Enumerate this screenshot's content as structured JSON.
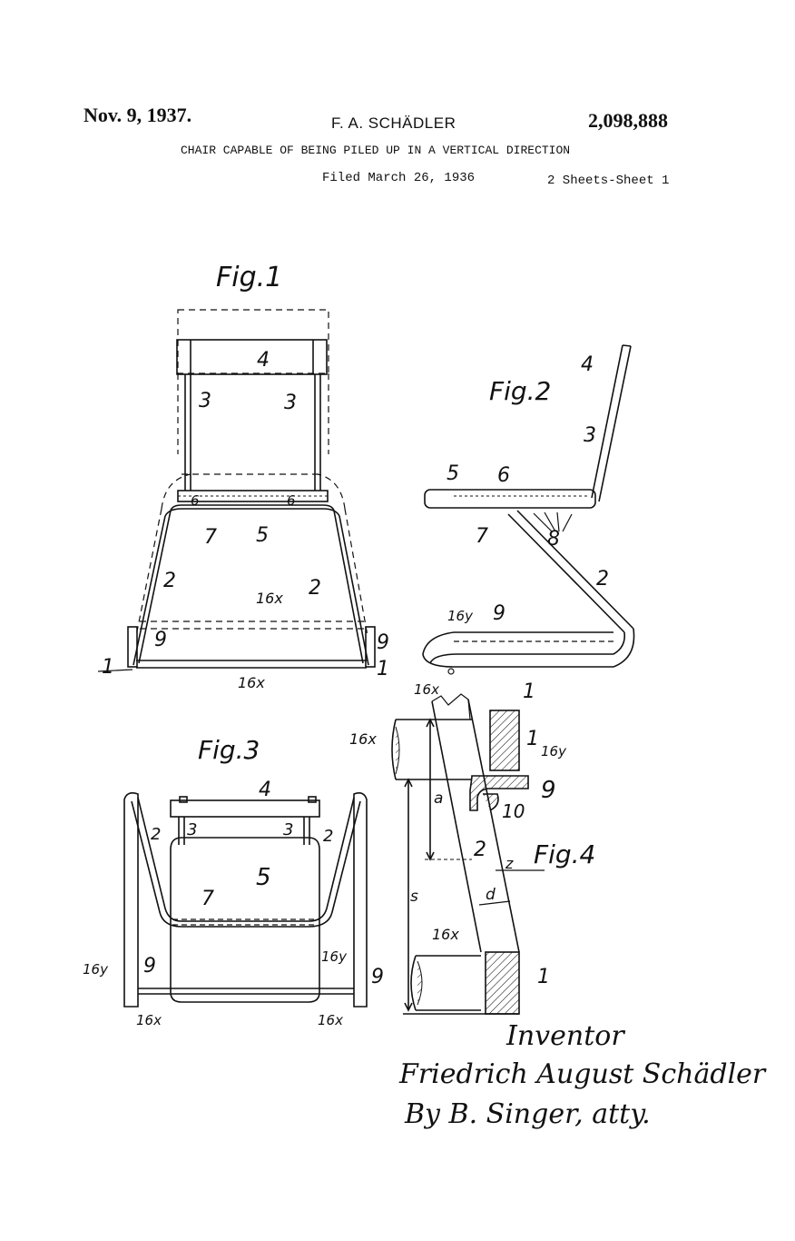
{
  "header": {
    "date": "Nov. 9, 1937.",
    "inventor": "F. A. SCHÄDLER",
    "patent_number": "2,098,888",
    "title": "CHAIR CAPABLE OF BEING PILED UP IN A VERTICAL DIRECTION",
    "filed": "Filed March 26, 1936",
    "sheets": "2 Sheets-Sheet 1"
  },
  "figures": {
    "fig1": {
      "label": "Fig.1",
      "refs": {
        "r4": "4",
        "r3a": "3",
        "r3b": "3",
        "r6a": "6",
        "r6b": "6",
        "r7": "7",
        "r5": "5",
        "r2a": "2",
        "r2b": "2",
        "r16x_top": "16x",
        "r9a": "9",
        "r9b": "9",
        "r1a": "1",
        "r1b": "1",
        "r16x_bottom": "16x"
      }
    },
    "fig2": {
      "label": "Fig.2",
      "refs": {
        "r4": "4",
        "r3": "3",
        "r5": "5",
        "r6": "6",
        "r7": "7",
        "r8": "8",
        "r2": "2",
        "r16y": "16y",
        "r9": "9",
        "r16x": "16x",
        "r1": "1"
      }
    },
    "fig3": {
      "label": "Fig.3",
      "refs": {
        "r4": "4",
        "r3a": "3",
        "r3b": "3",
        "r2a": "2",
        "r2b": "2",
        "r5": "5",
        "r7": "7",
        "r16y_a": "16y",
        "r16y_b": "16y",
        "r9a": "9",
        "r9b": "9",
        "r16x_a": "16x",
        "r16x_b": "16x"
      }
    },
    "fig4": {
      "label": "Fig.4",
      "refs": {
        "r16x_top": "16x",
        "r1_top": "1",
        "r16y": "16y",
        "r9": "9",
        "r10": "10",
        "ra": "a",
        "r2": "2",
        "rz": "z",
        "rs": "s",
        "rd": "d",
        "r16x_bottom": "16x",
        "r1_bottom": "1"
      }
    }
  },
  "signature": {
    "line1": "Inventor",
    "line2": "Friedrich August Schädler",
    "line3": "By B. Singer, atty."
  }
}
